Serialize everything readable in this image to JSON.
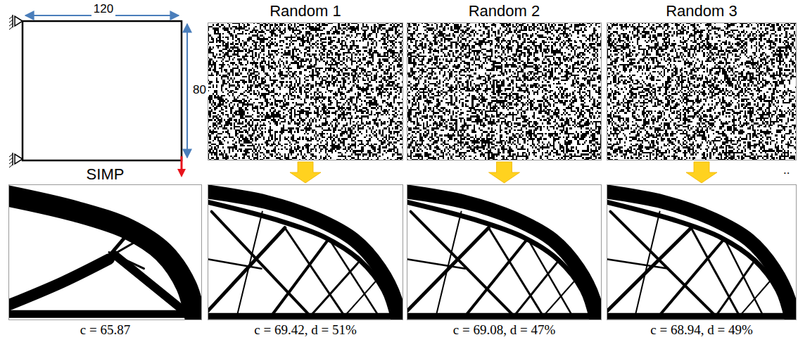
{
  "diagram": {
    "nodes": [
      {
        "text": [
          "Random 1"
        ]
      },
      {
        "text": [
          "Random 2"
        ]
      },
      {
        "text": [
          "Random 3"
        ]
      },
      {
        "text": [
          "SIMP",
          "c = 65.87"
        ]
      },
      {
        "text": [
          "c = 69.42, d = 51%"
        ]
      },
      {
        "text": [
          "c = 69.08, d = 47%"
        ]
      },
      {
        "text": [
          "c = 68.94, d = 49%"
        ]
      }
    ],
    "edges": [
      {
        "from": 0,
        "to": 4,
        "arrow": "to"
      },
      {
        "from": 1,
        "to": 5,
        "arrow": "to"
      },
      {
        "from": 2,
        "to": 6,
        "arrow": "to"
      }
    ],
    "labels": [
      "120",
      "80",
      ".."
    ]
  }
}
